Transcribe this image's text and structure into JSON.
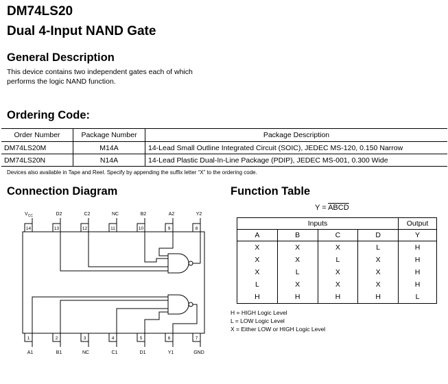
{
  "header": {
    "part_number": "DM74LS20",
    "part_title": "Dual 4-Input NAND Gate"
  },
  "general": {
    "heading": "General Description",
    "line1": "This device contains two independent gates each of which",
    "line2": "performs the logic NAND function."
  },
  "ordering": {
    "heading": "Ordering Code:",
    "columns": [
      "Order Number",
      "Package Number",
      "Package Description"
    ],
    "rows": [
      [
        "DM74LS20M",
        "M14A",
        "14-Lead Small Outline Integrated Circuit (SOIC), JEDEC MS-120, 0.150 Narrow"
      ],
      [
        "DM74LS20N",
        "N14A",
        "14-Lead Plastic Dual-In-Line Package (PDIP), JEDEC MS-001, 0.300 Wide"
      ]
    ],
    "note": "Devices also available in Tape and Reel. Specify by appending the suffix letter “X” to the ordering code."
  },
  "connection": {
    "heading": "Connection Diagram",
    "top_pins": [
      {
        "label": "V",
        "sub": "CC",
        "number": "14"
      },
      {
        "label": "D2",
        "sub": "",
        "number": "13"
      },
      {
        "label": "C2",
        "sub": "",
        "number": "12"
      },
      {
        "label": "NC",
        "sub": "",
        "number": "11"
      },
      {
        "label": "B2",
        "sub": "",
        "number": "10"
      },
      {
        "label": "A2",
        "sub": "",
        "number": "9"
      },
      {
        "label": "Y2",
        "sub": "",
        "number": "8"
      }
    ],
    "bottom_pins": [
      {
        "label": "A1",
        "number": "1"
      },
      {
        "label": "B1",
        "number": "2"
      },
      {
        "label": "NC",
        "number": "3"
      },
      {
        "label": "C1",
        "number": "4"
      },
      {
        "label": "D1",
        "number": "5"
      },
      {
        "label": "Y1",
        "number": "6"
      },
      {
        "label": "GND",
        "number": "7"
      }
    ]
  },
  "function_table": {
    "heading": "Function Table",
    "equation_prefix": "Y = ",
    "equation_overline": "ABCD",
    "inputs_label": "Inputs",
    "output_label": "Output",
    "columns": [
      "A",
      "B",
      "C",
      "D",
      "Y"
    ],
    "rows": [
      [
        "X",
        "X",
        "X",
        "L",
        "H"
      ],
      [
        "X",
        "X",
        "L",
        "X",
        "H"
      ],
      [
        "X",
        "L",
        "X",
        "X",
        "H"
      ],
      [
        "L",
        "X",
        "X",
        "X",
        "H"
      ],
      [
        "H",
        "H",
        "H",
        "H",
        "L"
      ]
    ],
    "legend": [
      "H = HIGH Logic Level",
      "L = LOW Logic Level",
      "X = Either LOW or HIGH Logic Level"
    ]
  }
}
